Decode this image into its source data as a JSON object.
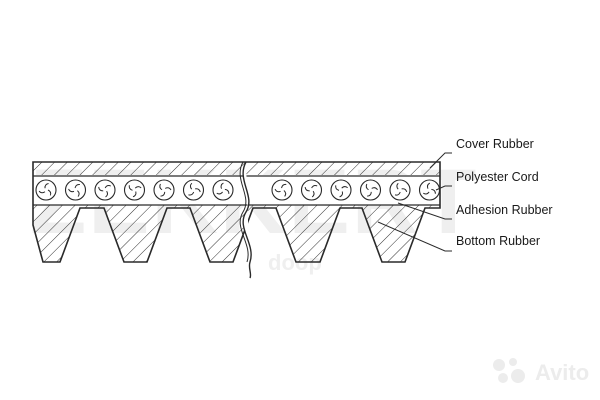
{
  "labels": {
    "cover": "Cover Rubber",
    "cord": "Polyester Cord",
    "adhesion": "Adhesion Rubber",
    "bottom": "Bottom Rubber"
  },
  "watermark": {
    "brand": "ZEKKERT",
    "sub": "doop"
  },
  "avito": {
    "text": "Avito"
  },
  "colors": {
    "line": "#2a2a2a",
    "watermark": "#efefef"
  }
}
